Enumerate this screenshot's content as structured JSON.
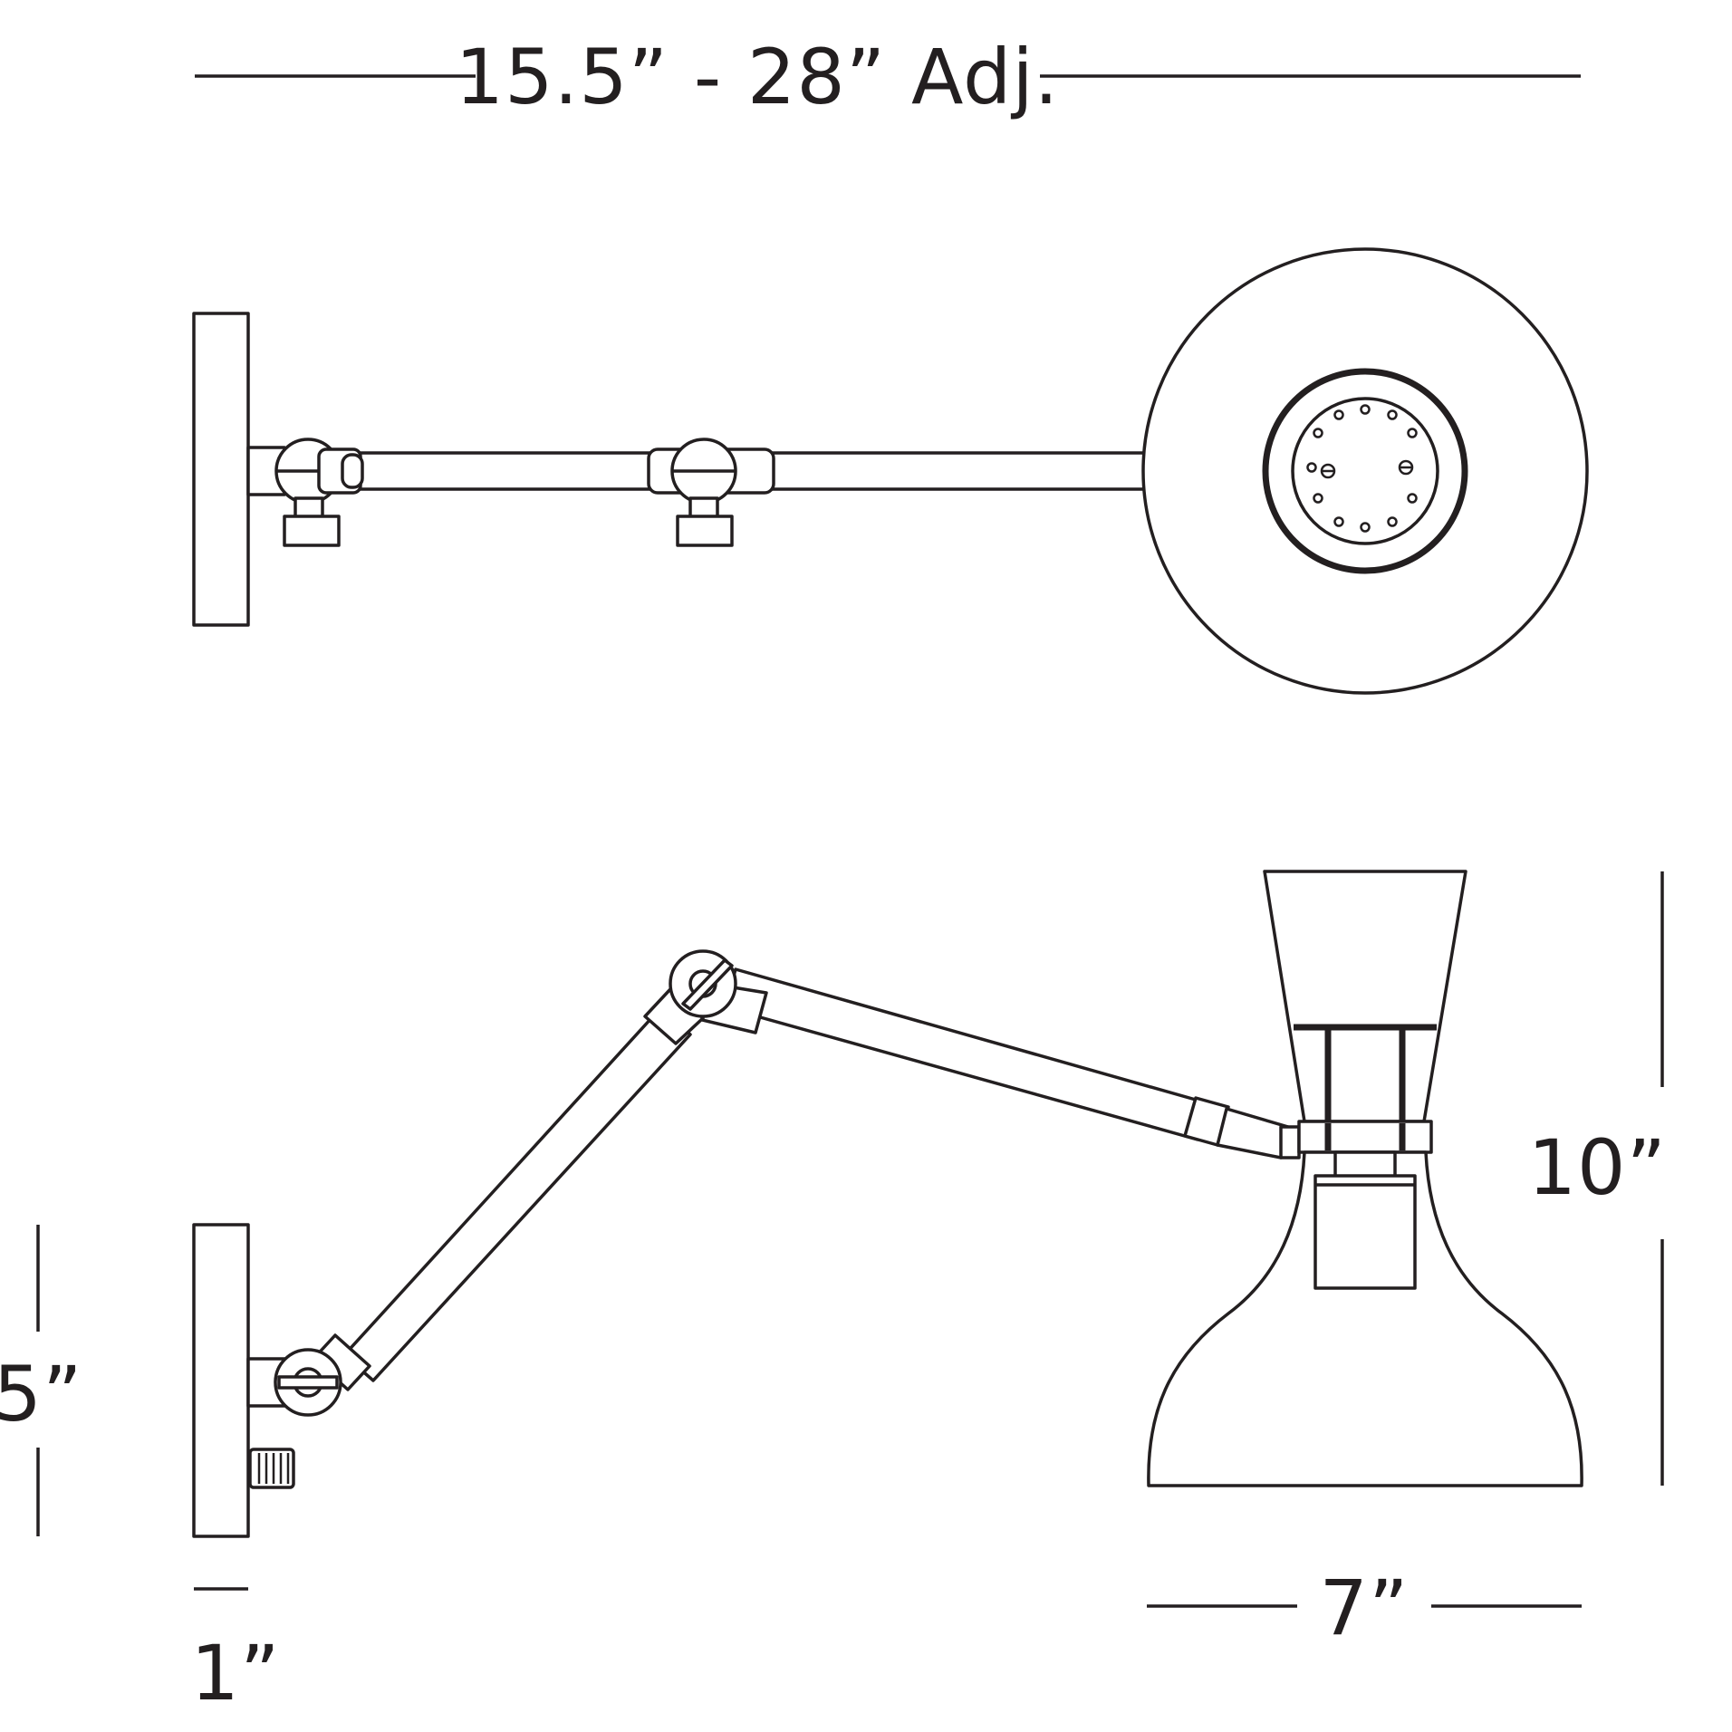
{
  "dimensions": {
    "arm_length": "15.5” - 28” Adj.",
    "shade_height": "10”",
    "backplate_height": "5”",
    "backplate_depth": "1”",
    "shade_width": "7”"
  },
  "colors": {
    "line": "#231f20",
    "background": "#ffffff"
  }
}
